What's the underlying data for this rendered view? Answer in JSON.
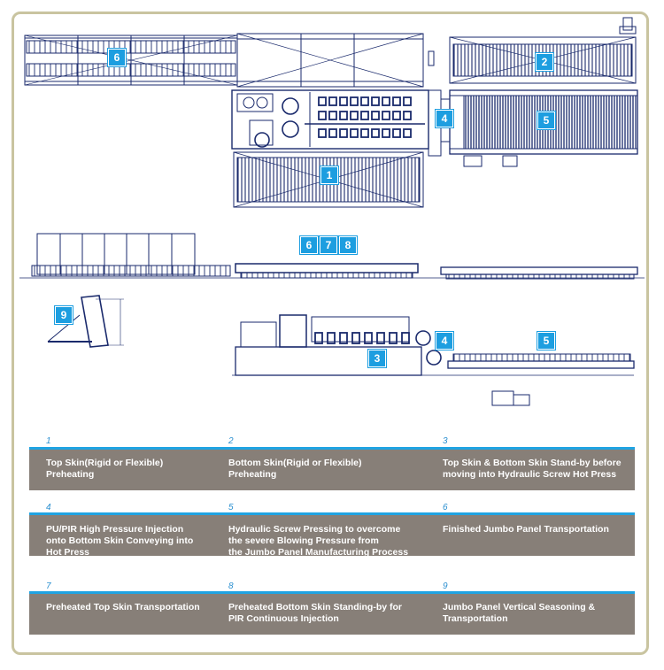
{
  "badges": {
    "b1": "1",
    "b2": "2",
    "b3": "3",
    "b4_top": "4",
    "b5_top": "5",
    "b6_top": "6",
    "b6_mid": "6",
    "b7_mid": "7",
    "b8_mid": "8",
    "b9": "9",
    "b4_bottom": "4",
    "b5_bottom": "5"
  },
  "steps": [
    {
      "number": "1",
      "text": "Top Skin(Rigid or Flexible)\nPreheating"
    },
    {
      "number": "2",
      "text": "Bottom Skin(Rigid or Flexible)\nPreheating"
    },
    {
      "number": "3",
      "text": "Top Skin & Bottom Skin Stand-by before\nmoving into Hydraulic Screw Hot Press"
    },
    {
      "number": "4",
      "text": "PU/PIR High Pressure Injection\nonto Bottom Skin Conveying into\nHot Press"
    },
    {
      "number": "5",
      "text": "Hydraulic Screw Pressing to overcome\nthe severe Blowing Pressure from\nthe Jumbo Panel Manufacturing Process"
    },
    {
      "number": "6",
      "text": "Finished Jumbo Panel Transportation"
    },
    {
      "number": "7",
      "text": "Preheated Top Skin Transportation"
    },
    {
      "number": "8",
      "text": "Preheated Bottom Skin Standing-by for\nPIR Continuous Injection"
    },
    {
      "number": "9",
      "text": "Jumbo Panel Vertical Seasoning &\nTransportation"
    }
  ],
  "colors": {
    "accent": "#1fa3e2",
    "row": "#877f78",
    "line": "#1a2a6c",
    "frame": "#c9c4a0"
  }
}
